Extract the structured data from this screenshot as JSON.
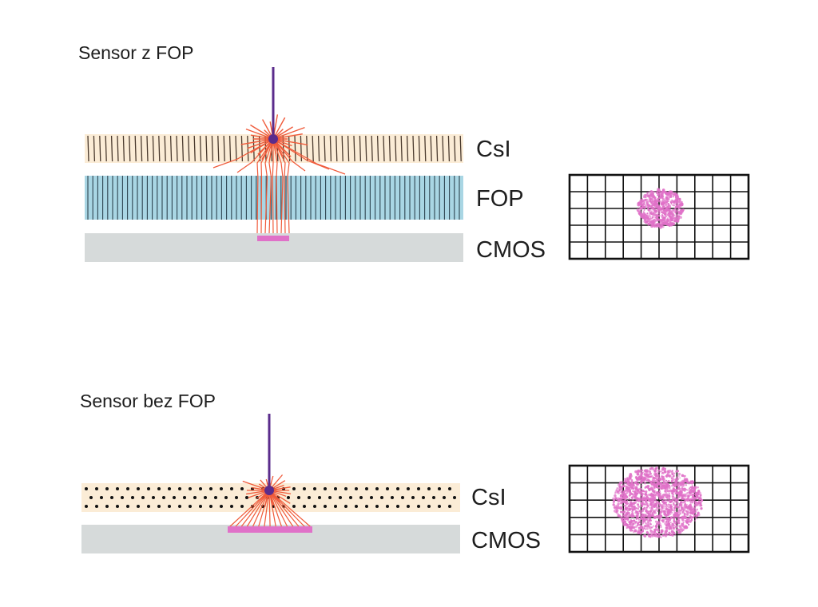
{
  "top_panel": {
    "title": "Sensor z FOP",
    "labels": {
      "csi": "CsI",
      "fop": "FOP",
      "cmos": "CMOS"
    }
  },
  "bottom_panel": {
    "title": "Sensor bez FOP",
    "labels": {
      "csi": "CsI",
      "cmos": "CMOS"
    }
  },
  "colors": {
    "csi": "#fbecd6",
    "fop": "#a9d6e4",
    "cmos": "#d6dada",
    "xray": "#5b2c8c",
    "light": "#f05a3a",
    "spot": "#e071c8",
    "grid": "#111111"
  }
}
